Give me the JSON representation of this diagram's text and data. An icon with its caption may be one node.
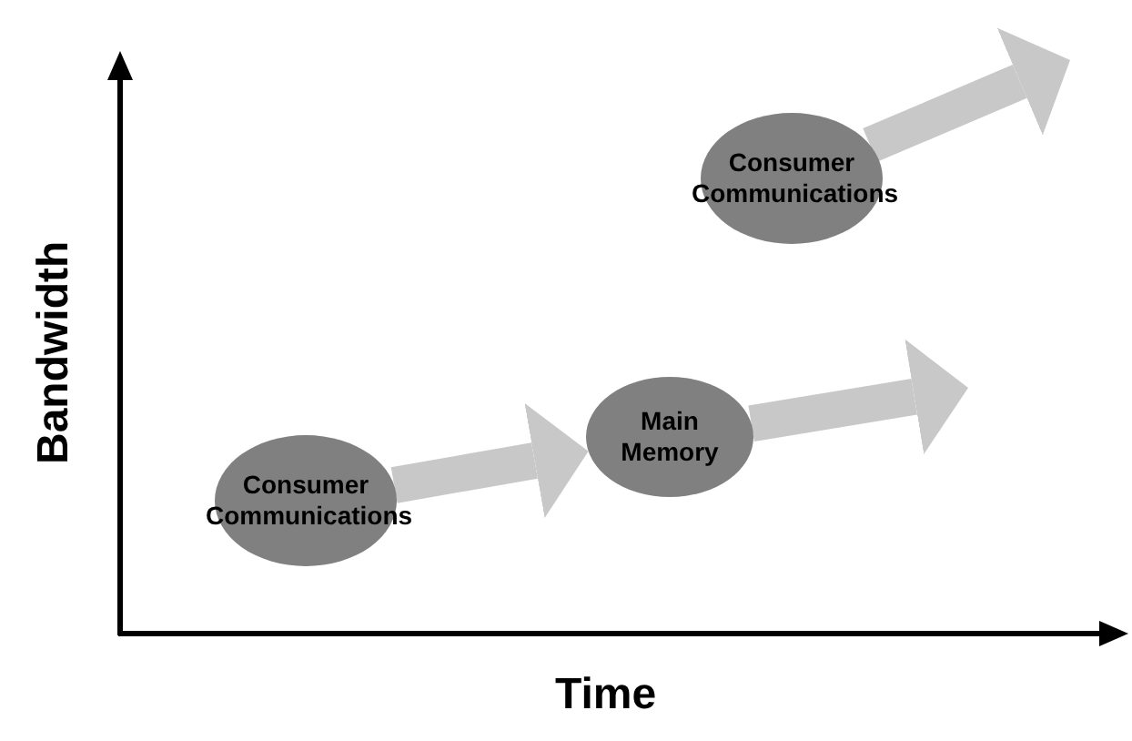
{
  "diagram": {
    "nodes": [
      {
        "text": [
          "Consumer Communications"
        ]
      },
      {
        "text": [
          "Main Memory"
        ]
      },
      {
        "text": [
          "Consumer Communications"
        ]
      }
    ],
    "edges": [
      {
        "from": 0,
        "to": 1,
        "arrow": "to"
      },
      {
        "from": 1,
        "to": null,
        "arrow": "to"
      },
      {
        "from": 2,
        "to": null,
        "arrow": "to"
      }
    ],
    "labels": [
      "Bandwidth",
      "Time"
    ]
  }
}
